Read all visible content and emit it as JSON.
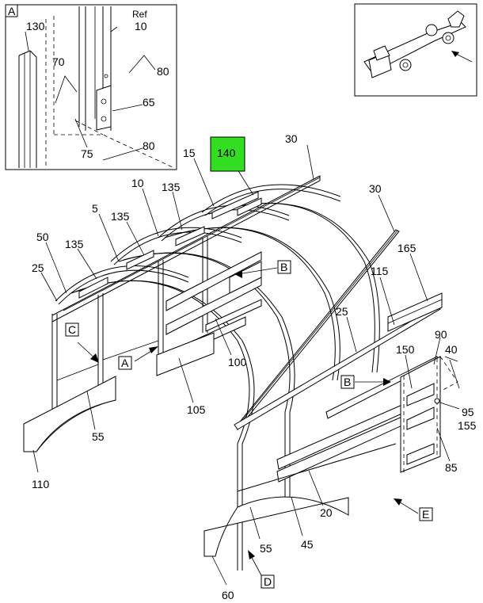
{
  "inset_detail": {
    "label": "A",
    "ref_text": "Ref"
  },
  "callouts": {
    "c130": "130",
    "c10a": "10",
    "c70": "70",
    "c80a": "80",
    "c65": "65",
    "c75": "75",
    "c80b": "80",
    "c30a": "30",
    "c15": "15",
    "c140": "140",
    "c10b": "10",
    "c135a": "135",
    "c30b": "30",
    "c5": "5",
    "c135b": "135",
    "c50": "50",
    "c135c": "135",
    "c165": "165",
    "c25a": "25",
    "c115": "115",
    "c25b": "25",
    "c90": "90",
    "c40": "40",
    "c150": "150",
    "c100": "100",
    "c105": "105",
    "c55a": "55",
    "c110": "110",
    "c95": "95",
    "c155": "155",
    "c85": "85",
    "c20": "20",
    "c45": "45",
    "c55b": "55",
    "c60": "60"
  },
  "view_labels": {
    "a": "A",
    "b1": "B",
    "b2": "B",
    "c": "C",
    "d": "D",
    "e": "E"
  },
  "highlight": {
    "label": "140",
    "color": "#33dd22"
  }
}
